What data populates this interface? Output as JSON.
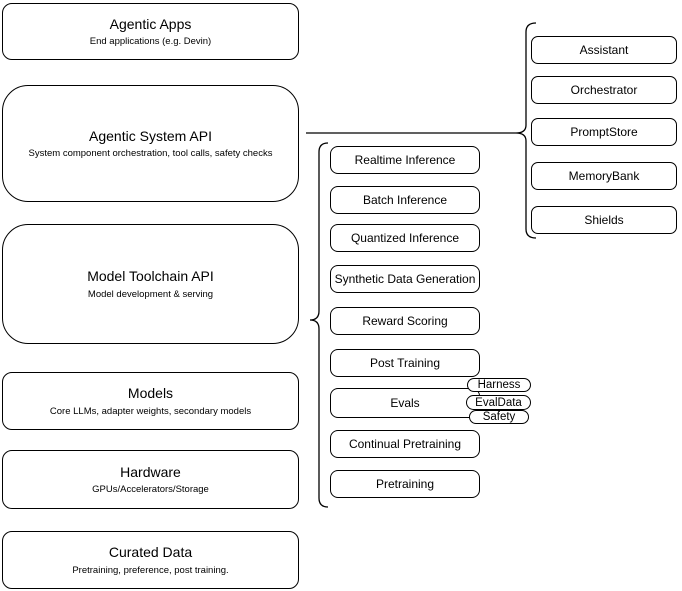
{
  "left_column": {
    "boxes": [
      {
        "title": "Agentic Apps",
        "subtitle": "End applications (e.g. Devin)"
      },
      {
        "title": "Agentic System API",
        "subtitle": "System component orchestration, tool calls, safety checks"
      },
      {
        "title": "Model Toolchain API",
        "subtitle": "Model development & serving"
      },
      {
        "title": "Models",
        "subtitle": "Core LLMs, adapter weights, secondary models"
      },
      {
        "title": "Hardware",
        "subtitle": "GPUs/Accelerators/Storage"
      },
      {
        "title": "Curated Data",
        "subtitle": "Pretraining, preference, post training."
      }
    ]
  },
  "toolchain_services": [
    "Realtime Inference",
    "Batch Inference",
    "Quantized Inference",
    "Synthetic Data Generation",
    "Reward Scoring",
    "Post Training",
    "Evals",
    "Continual Pretraining",
    "Pretraining"
  ],
  "eval_components": [
    "Harness",
    "EvalData",
    "Safety"
  ],
  "system_components": [
    "Assistant",
    "Orchestrator",
    "PromptStore",
    "MemoryBank",
    "Shields"
  ],
  "colors": {
    "background": "#ffffff",
    "shape_fill": "#ffffff",
    "stroke": "#000000",
    "text": "#000000"
  }
}
